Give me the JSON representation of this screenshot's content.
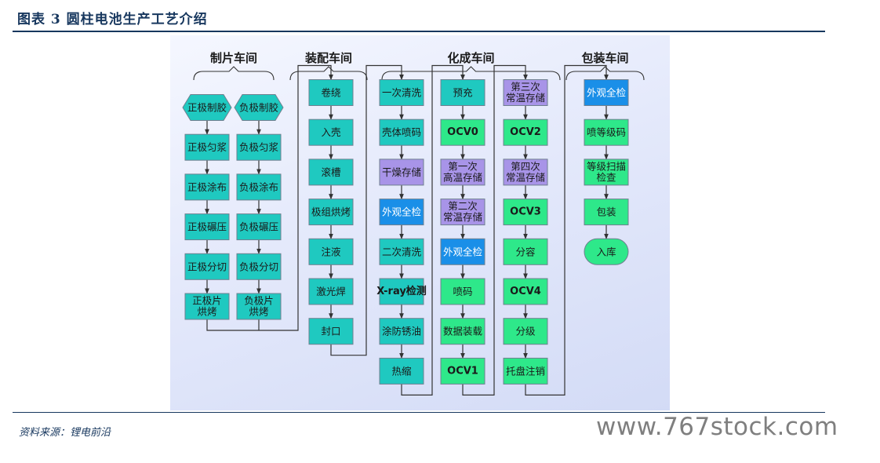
{
  "header": {
    "title": "图表 3   圆柱电池生产工艺介绍"
  },
  "footer": {
    "source": "资料来源：锂电前沿",
    "watermark": "www.767stock.com"
  },
  "diagram": {
    "colors": {
      "cyan": "#1fc9c0",
      "blue": "#1a8fe8",
      "purple": "#a894e8",
      "green": "#2ee88a",
      "line": "#333333"
    },
    "workshops": [
      "制片车间",
      "装配车间",
      "化成车间",
      "包装车间"
    ],
    "columns": [
      {
        "id": "pos",
        "nodes": [
          {
            "label": "正极制胶",
            "color": "cyan",
            "shape": "hex"
          },
          {
            "label": "正极匀浆",
            "color": "cyan"
          },
          {
            "label": "正极涂布",
            "color": "cyan"
          },
          {
            "label": "正极碾压",
            "color": "cyan"
          },
          {
            "label": "正极分切",
            "color": "cyan"
          },
          {
            "label": "正极片\n烘烤",
            "color": "cyan"
          }
        ]
      },
      {
        "id": "neg",
        "nodes": [
          {
            "label": "负极制胶",
            "color": "cyan",
            "shape": "hex"
          },
          {
            "label": "负极匀浆",
            "color": "cyan"
          },
          {
            "label": "负极涂布",
            "color": "cyan"
          },
          {
            "label": "负极碾压",
            "color": "cyan"
          },
          {
            "label": "负极分切",
            "color": "cyan"
          },
          {
            "label": "负极片\n烘烤",
            "color": "cyan"
          }
        ]
      },
      {
        "id": "asm",
        "nodes": [
          {
            "label": "卷绕",
            "color": "cyan"
          },
          {
            "label": "入壳",
            "color": "cyan"
          },
          {
            "label": "滚槽",
            "color": "cyan"
          },
          {
            "label": "极组烘烤",
            "color": "cyan"
          },
          {
            "label": "注液",
            "color": "cyan"
          },
          {
            "label": "激光焊",
            "color": "cyan"
          },
          {
            "label": "封口",
            "color": "cyan"
          }
        ]
      },
      {
        "id": "f1",
        "nodes": [
          {
            "label": "一次清洗",
            "color": "cyan"
          },
          {
            "label": "壳体喷码",
            "color": "cyan"
          },
          {
            "label": "干燥存储",
            "color": "purple"
          },
          {
            "label": "外观全检",
            "color": "blue"
          },
          {
            "label": "二次清洗",
            "color": "cyan"
          },
          {
            "label": "X-ray检测",
            "color": "cyan"
          },
          {
            "label": "涂防锈油",
            "color": "cyan"
          },
          {
            "label": "热缩",
            "color": "cyan"
          }
        ]
      },
      {
        "id": "f2",
        "nodes": [
          {
            "label": "预充",
            "color": "cyan"
          },
          {
            "label": "OCV0",
            "color": "green"
          },
          {
            "label": "第一次\n高温存储",
            "color": "purple"
          },
          {
            "label": "第二次\n常温存储",
            "color": "purple"
          },
          {
            "label": "外观全检",
            "color": "blue"
          },
          {
            "label": "喷码",
            "color": "green"
          },
          {
            "label": "数据装载",
            "color": "green"
          },
          {
            "label": "OCV1",
            "color": "green"
          }
        ]
      },
      {
        "id": "f3",
        "nodes": [
          {
            "label": "第三次\n常温存储",
            "color": "purple"
          },
          {
            "label": "OCV2",
            "color": "green"
          },
          {
            "label": "第四次\n常温存储",
            "color": "purple"
          },
          {
            "label": "OCV3",
            "color": "green"
          },
          {
            "label": "分容",
            "color": "green"
          },
          {
            "label": "OCV4",
            "color": "green"
          },
          {
            "label": "分级",
            "color": "green"
          },
          {
            "label": "托盘注销",
            "color": "green"
          }
        ]
      },
      {
        "id": "pkg",
        "nodes": [
          {
            "label": "外观全检",
            "color": "blue"
          },
          {
            "label": "喷等级码",
            "color": "green"
          },
          {
            "label": "等级扫描\n检查",
            "color": "green"
          },
          {
            "label": "包装",
            "color": "green"
          },
          {
            "label": "入库",
            "color": "green",
            "shape": "pill"
          }
        ]
      }
    ]
  }
}
